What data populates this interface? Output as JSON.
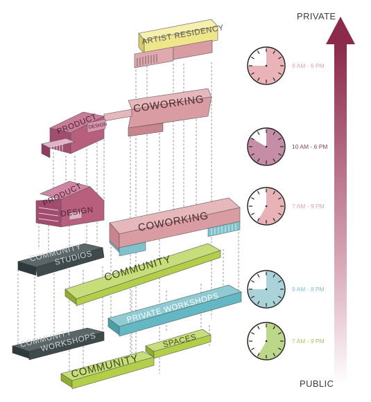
{
  "axis": {
    "top_label": "PRIVATE",
    "bottom_label": "PUBLIC",
    "color_top": "#8b2a4a",
    "color_bottom": "#ffffff"
  },
  "blocks": {
    "artist_residency": "ARTIST RESIDENCY",
    "coworking_upper": "COWORKING",
    "product_design_upper": [
      "PRODUCT",
      "DESIGN"
    ],
    "product_design_lower": [
      "PRODUCT",
      "DESIGN"
    ],
    "coworking_lower": "COWORKING",
    "community_studios": [
      "COMMUNITY",
      "STUDIOS"
    ],
    "community_bridge": "COMMUNITY",
    "private_workshops": "PRIVATE WORKSHOPS",
    "community_workshops": [
      "COMMUNITY",
      "WORKSHOPS"
    ],
    "community_ground": "COMMUNITY",
    "spaces": "SPACES"
  },
  "clocks": [
    {
      "label": "9 AM - 6 PM",
      "color": "#e9b4b7",
      "label_color": "#d9a4a7",
      "sweep": [
        270,
        360
      ]
    },
    {
      "label": "10 AM - 6 PM",
      "color": "#c58ea6",
      "label_color": "#8b3f5c",
      "sweep": [
        300,
        360
      ]
    },
    {
      "label": "7 AM - 9 PM",
      "color": "#e8b3b7",
      "label_color": "#d9a4a7",
      "sweep": [
        210,
        360
      ]
    },
    {
      "label": "9 AM - 8 PM",
      "color": "#a9d3d9",
      "label_color": "#7ec2cc",
      "sweep": [
        270,
        360
      ]
    },
    {
      "label": "7 AM - 9 PM",
      "color": "#bcd68a",
      "label_color": "#a7c565",
      "sweep": [
        210,
        360
      ]
    }
  ],
  "palette": {
    "yellow": "#efe58b",
    "pink": "#d99ca3",
    "magenta": "#b85f7e",
    "slate": "#3f4a4c",
    "lime": "#b3cf4a",
    "teal": "#64b8c4"
  }
}
